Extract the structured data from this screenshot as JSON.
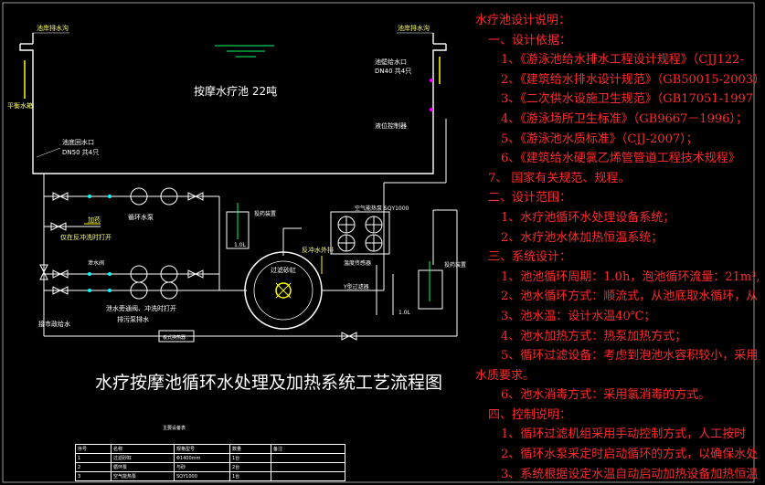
{
  "diagram": {
    "pool_label": "按摩水疗池 22吨",
    "top_left_label": "池岸排水沟",
    "top_right_label": "池岸排水沟",
    "overflow_label": "平衡水箱",
    "inlet_label": "池壁给水口",
    "inlet_spec": "DN40 共4只",
    "return_label": "池底回水口",
    "return_spec": "DN50 共4只",
    "level_label": "液位控制器",
    "pump_group_label": "循环水泵",
    "filter_label": "过滤砂缸",
    "dosing_label": "加药",
    "dosing_tank_label": "投药装置",
    "dosing_tank_vol": "1.0L",
    "heatpump_label": "空气能热泵 SQY1000",
    "backwash_label": "反冲水外排",
    "backwash_note": "仅在反冲洗时打开",
    "note_valve": "泄水旁通阀、冲洗时打开",
    "note_valve2": "排污泵排水",
    "makeup_label": "接市政给水",
    "heater_label": "板式换热器",
    "right_tank_label": "投药装置",
    "right_tank_vol": "1.0L",
    "bypass_label": "泄水阀",
    "small_labels": [
      "温度传感器",
      "Y型过滤器"
    ]
  },
  "title": "水疗按摩池循环水处理及加热系统工艺流程图",
  "equipment_table": {
    "caption": "主要设备表",
    "headers": [
      "序号",
      "名称",
      "规格型号",
      "数量",
      "备注"
    ],
    "rows": [
      [
        "1",
        "过滤砂缸",
        "Φ1400mm",
        "1台",
        ""
      ],
      [
        "2",
        "循环泵",
        "与砂",
        "2台",
        ""
      ],
      [
        "3",
        "空气能热泵",
        "SQY1000",
        "1台",
        ""
      ]
    ]
  },
  "notes": [
    {
      "text": "水疗池设计说明：",
      "level": 0
    },
    {
      "text": "一、设计依据：",
      "level": 1
    },
    {
      "text": "1、《游泳池给水排水工程设计规程》（CJJ122-",
      "level": 2
    },
    {
      "text": "2、《建筑给水排水设计规范》（GB50015-2003）",
      "level": 2
    },
    {
      "text": "3、《二次供水设施卫生规范》（GB17051-1997",
      "level": 2
    },
    {
      "text": "4、《游泳场所卫生标准》（GB9667－1996）；",
      "level": 2
    },
    {
      "text": "5、《游泳池水质标准》（CJJ-2007）；",
      "level": 2
    },
    {
      "text": "6、《建筑给水硬氯乙烯管管道工程技术规程》",
      "level": 2
    },
    {
      "text": "7、 国家有关规范、规程。",
      "level": 1
    },
    {
      "text": "二、设计范围：",
      "level": 1
    },
    {
      "text": "1、水疗池循环水处理设备系统；",
      "level": 2
    },
    {
      "text": "2、水疗池水体加热恒温系统；",
      "level": 2
    },
    {
      "text": "三、系统设计：",
      "level": 1
    },
    {
      "text": "1、池池循环周期：1.0h，泡池循环流量：21m³,",
      "level": 2
    },
    {
      "text": "2、池水循环方式：顺流式，从池底取水循环，从",
      "level": 2
    },
    {
      "text": "3、池水温：设计水温40℃；",
      "level": 2
    },
    {
      "text": "4、池水加热方式：热泵加热方式；",
      "level": 2
    },
    {
      "text": "5、循环过滤设备：考虑到泡池水容积较小，采用",
      "level": 2
    },
    {
      "text": "水质要求。",
      "level": 0
    },
    {
      "text": "6、池水消毒方式：采用氯消毒的方式。",
      "level": 2
    },
    {
      "text": "四、控制说明：",
      "level": 1
    },
    {
      "text": "1、循环过滤机组采用手动控制方式，人工按时",
      "level": 2
    },
    {
      "text": "2、循环水泵采定时启动循环的方式，以确保水处",
      "level": 2
    },
    {
      "text": "3、系统根据设定水温自动启动加热设备加热恒温",
      "level": 2
    }
  ]
}
